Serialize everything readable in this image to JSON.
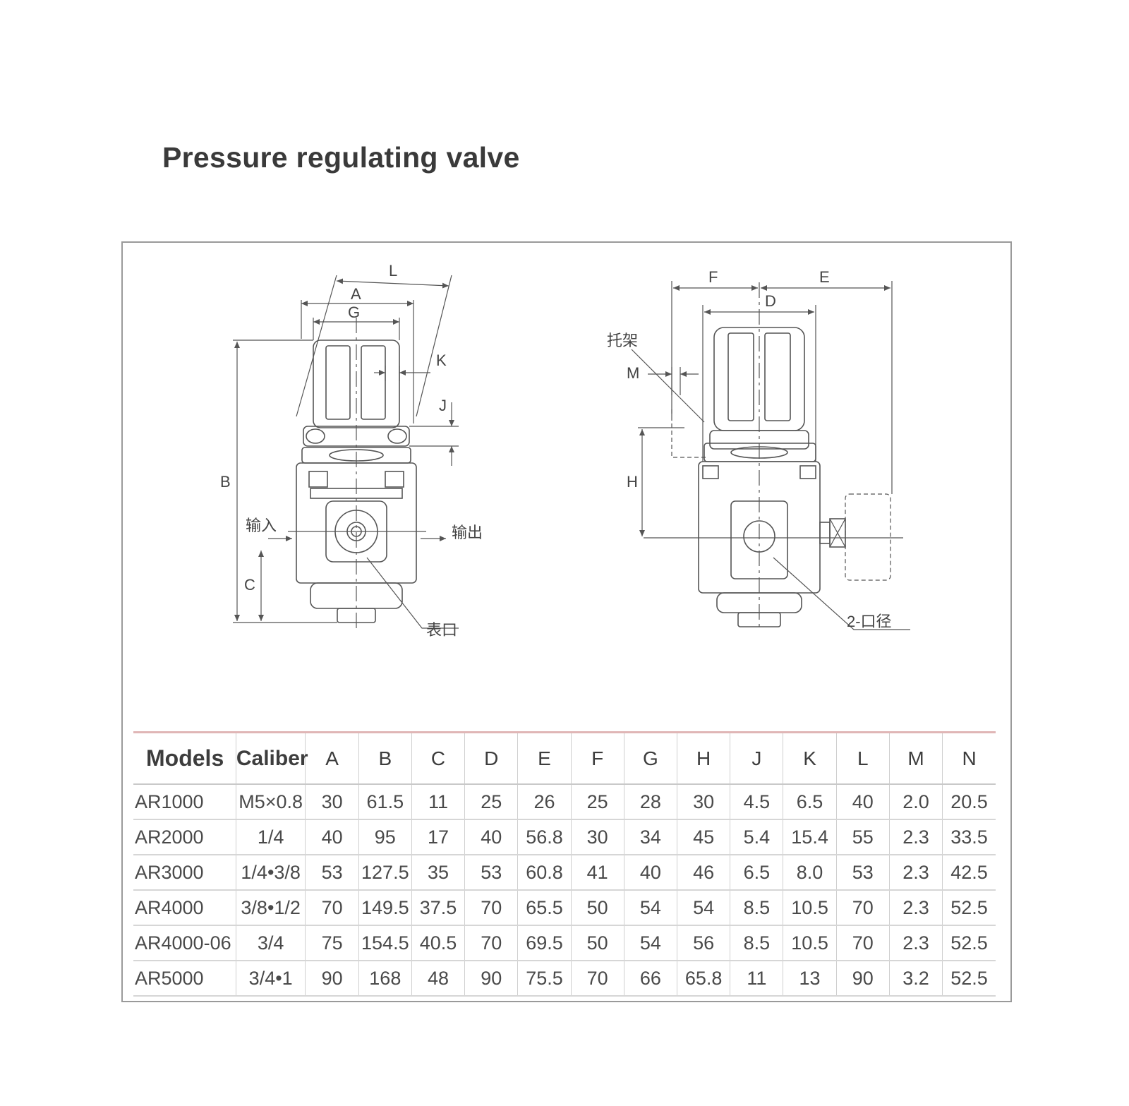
{
  "title": "Pressure regulating valve",
  "drawing": {
    "front_view": {
      "dimension_labels": [
        "L",
        "A",
        "G",
        "K",
        "J",
        "B",
        "C"
      ],
      "port_labels": {
        "inlet": "输入",
        "outlet": "输出",
        "gauge_port": "表口"
      }
    },
    "side_view": {
      "dimension_labels": [
        "F",
        "E",
        "D",
        "M",
        "H"
      ],
      "part_labels": {
        "bracket": "托架",
        "port_size": "2-口径"
      }
    }
  },
  "table": {
    "headers": [
      "Models",
      "Caliber",
      "A",
      "B",
      "C",
      "D",
      "E",
      "F",
      "G",
      "H",
      "J",
      "K",
      "L",
      "M",
      "N"
    ],
    "rows": [
      [
        "AR1000",
        "M5×0.8",
        "30",
        "61.5",
        "11",
        "25",
        "26",
        "25",
        "28",
        "30",
        "4.5",
        "6.5",
        "40",
        "2.0",
        "20.5"
      ],
      [
        "AR2000",
        "1/4",
        "40",
        "95",
        "17",
        "40",
        "56.8",
        "30",
        "34",
        "45",
        "5.4",
        "15.4",
        "55",
        "2.3",
        "33.5"
      ],
      [
        "AR3000",
        "1/4•3/8",
        "53",
        "127.5",
        "35",
        "53",
        "60.8",
        "41",
        "40",
        "46",
        "6.5",
        "8.0",
        "53",
        "2.3",
        "42.5"
      ],
      [
        "AR4000",
        "3/8•1/2",
        "70",
        "149.5",
        "37.5",
        "70",
        "65.5",
        "50",
        "54",
        "54",
        "8.5",
        "10.5",
        "70",
        "2.3",
        "52.5"
      ],
      [
        "AR4000-06",
        "3/4",
        "75",
        "154.5",
        "40.5",
        "70",
        "69.5",
        "50",
        "54",
        "56",
        "8.5",
        "10.5",
        "70",
        "2.3",
        "52.5"
      ],
      [
        "AR5000",
        "3/4•1",
        "90",
        "168",
        "48",
        "90",
        "75.5",
        "70",
        "66",
        "65.8",
        "11",
        "13",
        "90",
        "3.2",
        "52.5"
      ]
    ]
  }
}
